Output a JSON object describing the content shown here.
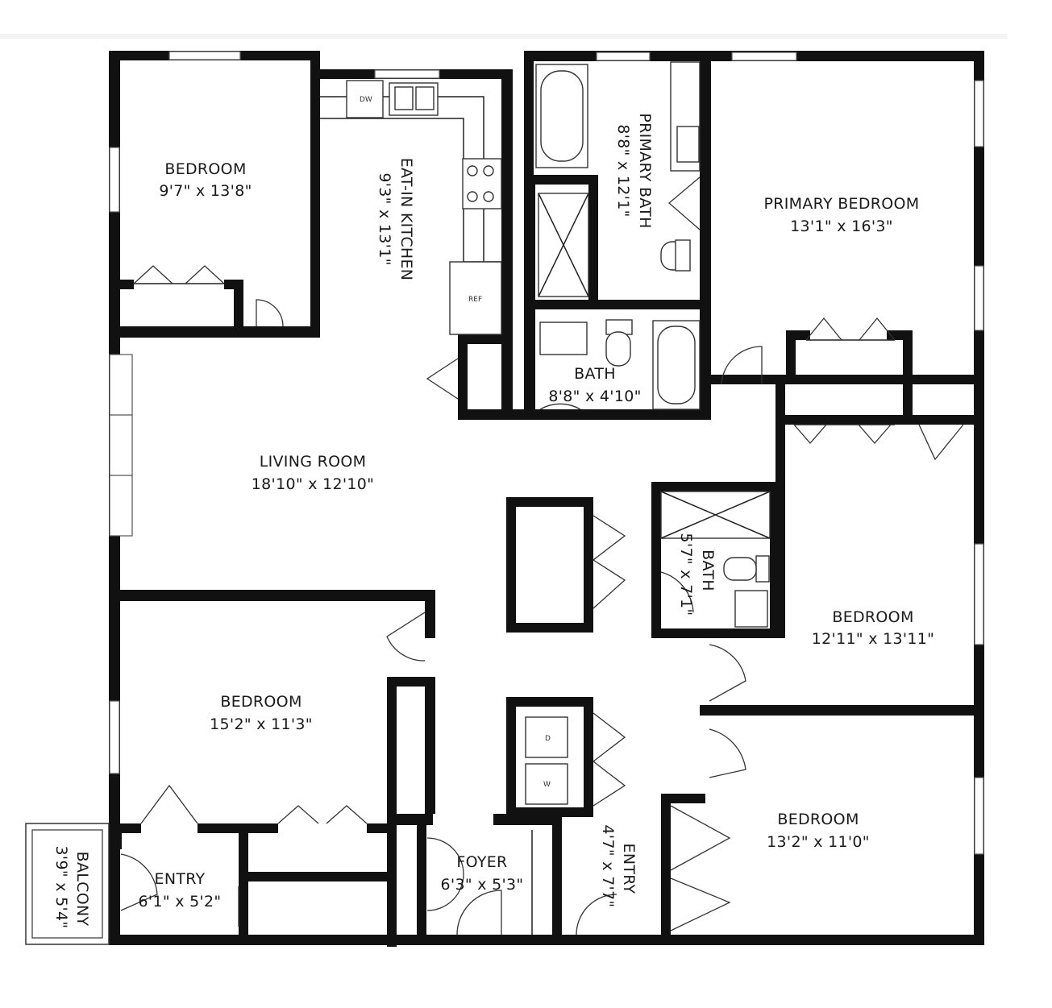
{
  "rooms": {
    "bedroom_nw": {
      "name": "BEDROOM",
      "dims": "9'7\" x 13'8\""
    },
    "kitchen": {
      "name": "EAT-IN KITCHEN",
      "dims": "9'3\" x 13'1\""
    },
    "primary_bath": {
      "name": "PRIMARY BATH",
      "dims": "8'8\" x 12'1\""
    },
    "primary_bedroom": {
      "name": "PRIMARY BEDROOM",
      "dims": "13'1\" x 16'3\""
    },
    "bath_center": {
      "name": "BATH",
      "dims": "8'8\" x 4'10\""
    },
    "living_room": {
      "name": "LIVING ROOM",
      "dims": "18'10\" x 12'10\""
    },
    "bath_small": {
      "name": "BATH",
      "dims": "5'7\" x 7'1\""
    },
    "bedroom_east": {
      "name": "BEDROOM",
      "dims": "12'11\" x 13'11\""
    },
    "bedroom_sw": {
      "name": "BEDROOM",
      "dims": "15'2\" x 11'3\""
    },
    "bedroom_se": {
      "name": "BEDROOM",
      "dims": "13'2\" x 11'0\""
    },
    "entry_west": {
      "name": "ENTRY",
      "dims": "6'1\" x 5'2\""
    },
    "balcony": {
      "name": "BALCONY",
      "dims": "3'9\" x 5'4\""
    },
    "foyer": {
      "name": "FOYER",
      "dims": "6'3\" x 5'3\""
    },
    "entry_center": {
      "name": "ENTRY",
      "dims": "4'7\" x 7'7\""
    }
  },
  "fixtures": {
    "refrigerator": "REF",
    "dishwasher": "DW",
    "dryer": "D",
    "washer": "W"
  }
}
